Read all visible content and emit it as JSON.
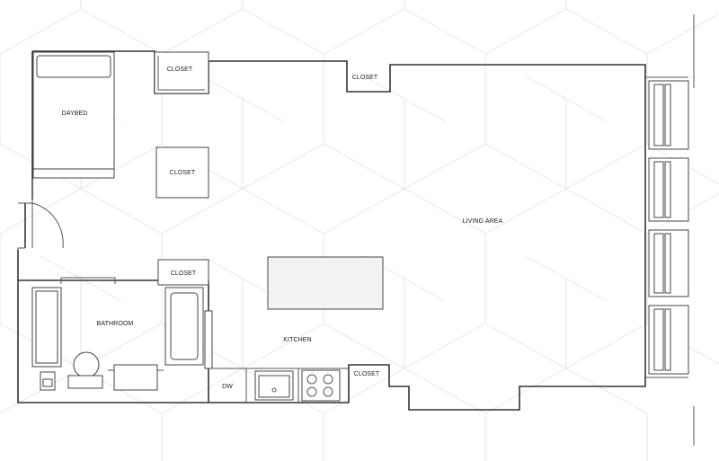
{
  "labels": {
    "daybed": "DAYBED",
    "closet_1": "CLOSET",
    "closet_2": "CLOSET",
    "closet_3": "CLOSET",
    "closet_4": "CLOSET",
    "closet_5": "CLOSET",
    "living_area": "LIVING AREA",
    "bathroom": "BATHROOM",
    "kitchen": "KITCHEN",
    "dw": "DW"
  },
  "colors": {
    "wall": "#333333",
    "background_pattern": "#e6e6e6",
    "island_fill": "#f2f2f2"
  }
}
